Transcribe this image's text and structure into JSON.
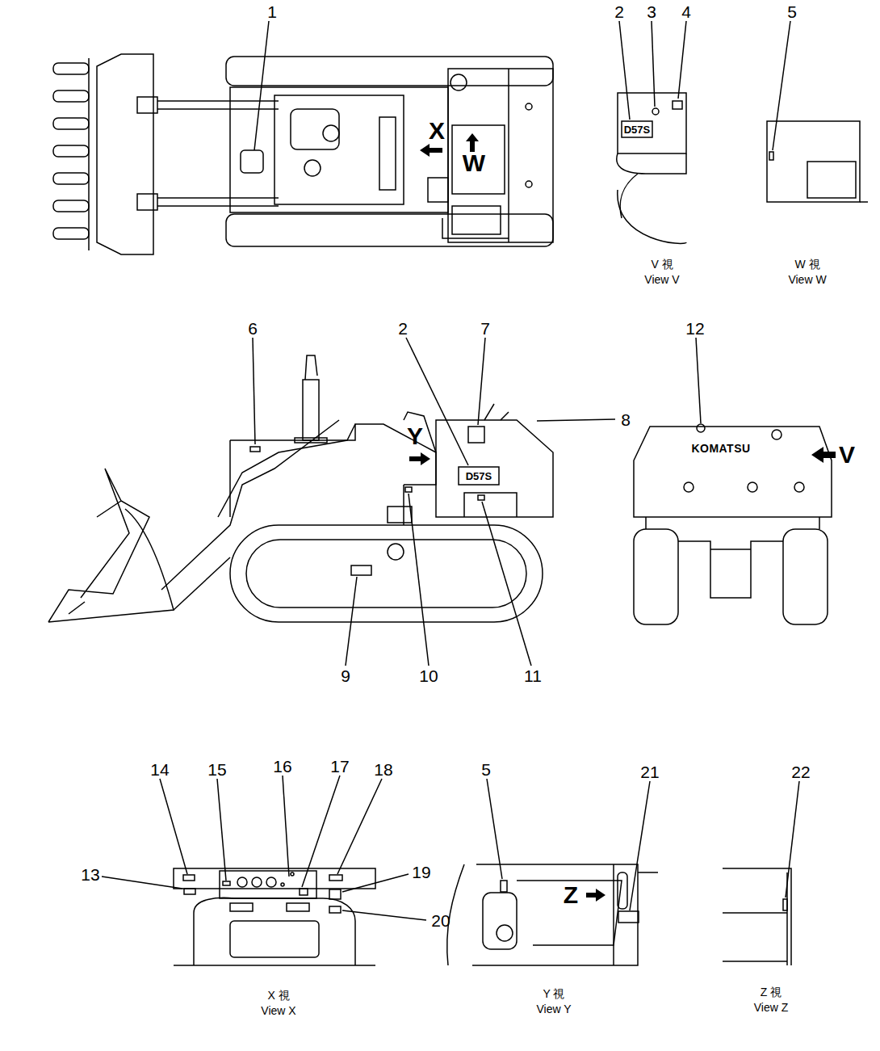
{
  "diagram": {
    "labels": [
      "1",
      "2",
      "3",
      "4",
      "5",
      "X",
      "W",
      "D57S",
      "V 視",
      "View V",
      "W 視",
      "View W",
      "6",
      "2",
      "7",
      "8",
      "12",
      "Y",
      "D57S",
      "KOMATSU",
      "V",
      "9",
      "10",
      "11",
      "14",
      "15",
      "16",
      "17",
      "18",
      "13",
      "19",
      "20",
      "X 視",
      "View X",
      "5",
      "21",
      "Z",
      "Y 視",
      "View Y",
      "22",
      "Z 視",
      "View Z"
    ]
  }
}
